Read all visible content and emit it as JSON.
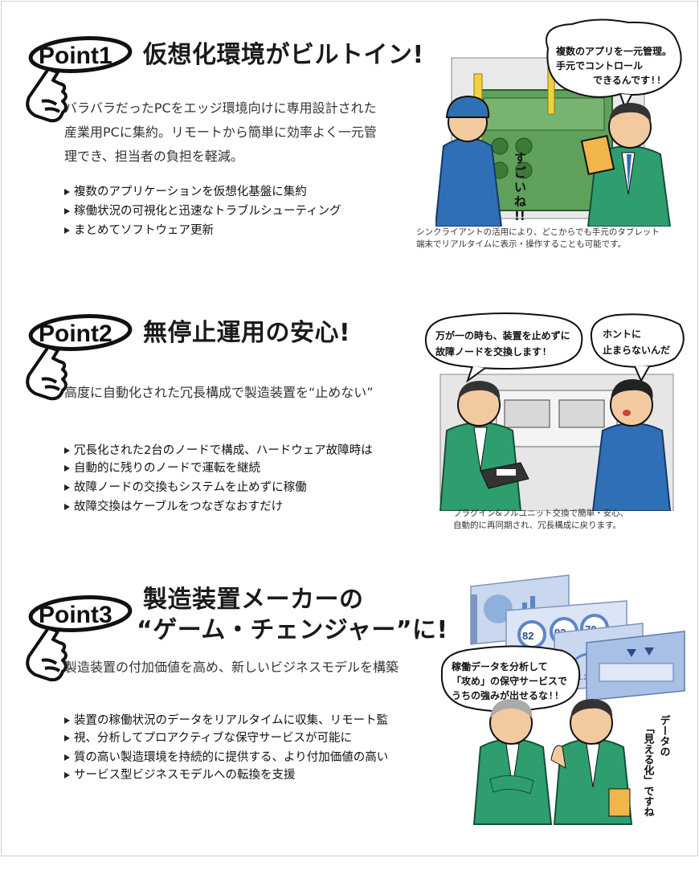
{
  "sections": [
    {
      "badge": "Point1",
      "title": "仮想化環境がビルトイン!",
      "lead": [
        "バラバラだったPCをエッジ環境向けに専用設計された",
        "産業用PCに集約。リモートから簡単に効率よく一元管",
        "理でき、担当者の負担を軽減。"
      ],
      "bullets": [
        "複数のアプリケーションを仮想化基盤に集約",
        "稼働状況の可視化と迅速なトラブルシューティング",
        "まとめてソフトウェア更新"
      ],
      "bubble": [
        "複数のアプリを一元管理。",
        "手元でコントロール",
        "できるんです!!"
      ],
      "exclaim": [
        "す",
        "ご",
        "い",
        "ね",
        "!!"
      ],
      "caption": [
        "シンクライアントの活用により、どこからでも手元のタブレット",
        "端末でリアルタイムに表示・操作することも可能です。"
      ]
    },
    {
      "badge": "Point2",
      "title": "無停止運用の安心!",
      "lead": [
        "高度に自動化された冗長構成で製造装置を“止めない”"
      ],
      "bullets": [
        "冗長化された2台のノードで構成、ハードウェア故障時は",
        "自動的に残りのノードで運転を継続",
        "故障ノードの交換もシステムを止めずに稼働",
        "故障交換はケーブルをつなぎなおすだけ"
      ],
      "bubble_left": [
        "万が一の時も、装置を止めずに",
        "故障ノードを交換します!"
      ],
      "bubble_right": [
        "ホントに",
        "止まらないんだ"
      ],
      "caption": [
        "プラグイン&フルユニット交換で簡単・安心、",
        "自動的に再同期され、冗長構成に戻ります。"
      ]
    },
    {
      "badge": "Point3",
      "title": [
        "製造装置メーカーの",
        "“ゲーム・チェンジャー”に!"
      ],
      "lead": [
        "製造装置の付加価値を高め、新しいビジネスモデルを構築"
      ],
      "bullets": [
        "装置の稼働状況のデータをリアルタイムに収集、リモート監",
        "視、分析してプロアクティブな保守サービスが可能に",
        "質の高い製造環境を持続的に提供する、より付加価値の高い",
        "サービス型ビジネスモデルへの転換を支援"
      ],
      "bubble": [
        "稼働データを分析して",
        "「攻め」の保守サービスで",
        "うちの強みが出せるな!!"
      ],
      "vertical": [
        "データの",
        "「見える化」ですね"
      ],
      "gauges": [
        "82",
        "92",
        "70",
        "41.3"
      ]
    }
  ],
  "colors": {
    "machine": "#5fa05a",
    "suit": "#2f9e6e",
    "shirt": "#2f6fb5",
    "skin": "#f3c9a0",
    "panel": "#c9d8ee",
    "tablet": "#f0b64a"
  }
}
